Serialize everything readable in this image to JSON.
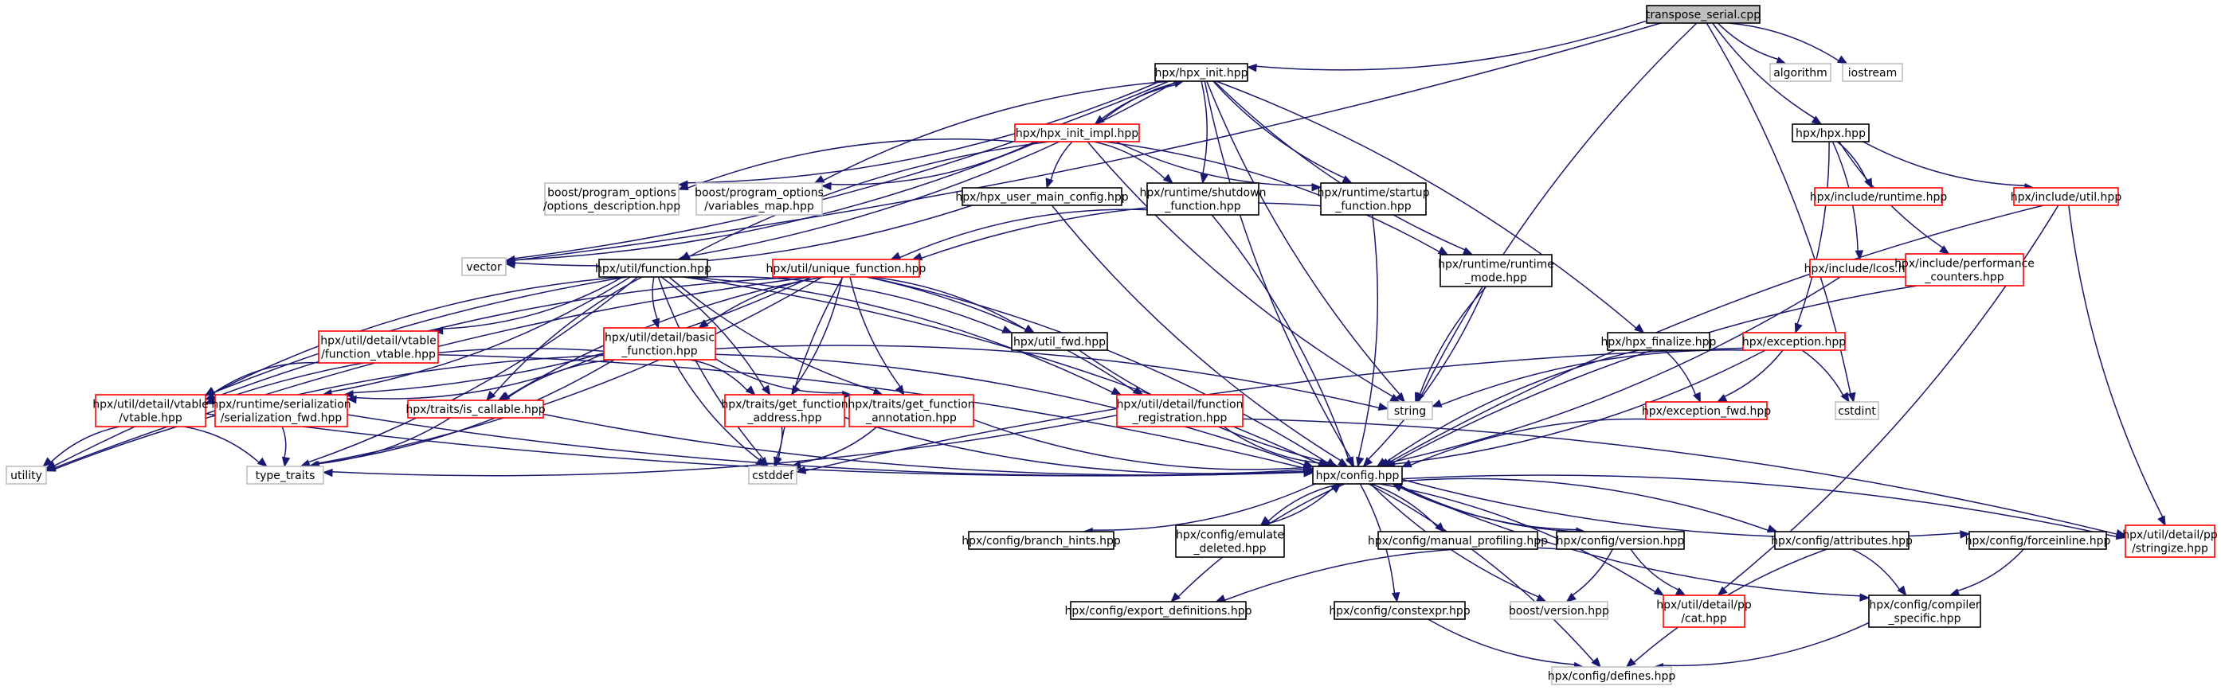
{
  "diagram": {
    "colors": {
      "edge": "#191970",
      "root_fill": "#bfbfbf",
      "root_border": "#000000",
      "documented_border": "#000000",
      "truncated_border": "#ff0000",
      "external_border": "#bfbfbf",
      "external_text": "#404040"
    },
    "nodes": [
      {
        "id": "root",
        "lines": [
          "transpose_serial.cpp"
        ],
        "kind": "root"
      },
      {
        "id": "hpx_init",
        "lines": [
          "hpx/hpx_init.hpp"
        ],
        "kind": "doc"
      },
      {
        "id": "algorithm",
        "lines": [
          "algorithm"
        ],
        "kind": "ext"
      },
      {
        "id": "iostream",
        "lines": [
          "iostream"
        ],
        "kind": "ext"
      },
      {
        "id": "hpx_init_impl",
        "lines": [
          "hpx/hpx_init_impl.hpp"
        ],
        "kind": "trunc"
      },
      {
        "id": "hpx_hpp",
        "lines": [
          "hpx/hpx.hpp"
        ],
        "kind": "doc"
      },
      {
        "id": "po_desc",
        "lines": [
          "boost/program_options",
          "/options_description.hpp"
        ],
        "kind": "ext"
      },
      {
        "id": "po_vmap",
        "lines": [
          "boost/program_options",
          "/variables_map.hpp"
        ],
        "kind": "ext"
      },
      {
        "id": "user_main",
        "lines": [
          "hpx/hpx_user_main_config.hpp"
        ],
        "kind": "doc"
      },
      {
        "id": "rt_shutdown",
        "lines": [
          "hpx/runtime/shutdown",
          "_function.hpp"
        ],
        "kind": "doc"
      },
      {
        "id": "rt_startup",
        "lines": [
          "hpx/runtime/startup",
          "_function.hpp"
        ],
        "kind": "doc"
      },
      {
        "id": "inc_runtime",
        "lines": [
          "hpx/include/runtime.hpp"
        ],
        "kind": "trunc"
      },
      {
        "id": "inc_util",
        "lines": [
          "hpx/include/util.hpp"
        ],
        "kind": "trunc"
      },
      {
        "id": "vector",
        "lines": [
          "vector"
        ],
        "kind": "ext"
      },
      {
        "id": "util_function",
        "lines": [
          "hpx/util/function.hpp"
        ],
        "kind": "doc"
      },
      {
        "id": "unique_function",
        "lines": [
          "hpx/util/unique_function.hpp"
        ],
        "kind": "trunc"
      },
      {
        "id": "rt_mode",
        "lines": [
          "hpx/runtime/runtime",
          "_mode.hpp"
        ],
        "kind": "doc"
      },
      {
        "id": "inc_lcos",
        "lines": [
          "hpx/include/lcos.hpp"
        ],
        "kind": "trunc"
      },
      {
        "id": "inc_perf",
        "lines": [
          "hpx/include/performance",
          "_counters.hpp"
        ],
        "kind": "trunc"
      },
      {
        "id": "fv_table",
        "lines": [
          "hpx/util/detail/vtable",
          "/function_vtable.hpp"
        ],
        "kind": "trunc"
      },
      {
        "id": "basic_function",
        "lines": [
          "hpx/util/detail/basic",
          "_function.hpp"
        ],
        "kind": "trunc"
      },
      {
        "id": "util_fwd",
        "lines": [
          "hpx/util_fwd.hpp"
        ],
        "kind": "doc"
      },
      {
        "id": "hpx_finalize",
        "lines": [
          "hpx/hpx_finalize.hpp"
        ],
        "kind": "doc"
      },
      {
        "id": "exception",
        "lines": [
          "hpx/exception.hpp"
        ],
        "kind": "trunc"
      },
      {
        "id": "vtable",
        "lines": [
          "hpx/util/detail/vtable",
          "/vtable.hpp"
        ],
        "kind": "trunc"
      },
      {
        "id": "ser_fwd",
        "lines": [
          "hpx/runtime/serialization",
          "/serialization_fwd.hpp"
        ],
        "kind": "trunc"
      },
      {
        "id": "is_callable",
        "lines": [
          "hpx/traits/is_callable.hpp"
        ],
        "kind": "trunc"
      },
      {
        "id": "gf_address",
        "lines": [
          "hpx/traits/get_function",
          "_address.hpp"
        ],
        "kind": "trunc"
      },
      {
        "id": "gf_annotation",
        "lines": [
          "hpx/traits/get_function",
          "_annotation.hpp"
        ],
        "kind": "trunc"
      },
      {
        "id": "func_registration",
        "lines": [
          "hpx/util/detail/function",
          "_registration.hpp"
        ],
        "kind": "trunc"
      },
      {
        "id": "string",
        "lines": [
          "string"
        ],
        "kind": "ext"
      },
      {
        "id": "exception_fwd",
        "lines": [
          "hpx/exception_fwd.hpp"
        ],
        "kind": "trunc"
      },
      {
        "id": "cstdint",
        "lines": [
          "cstdint"
        ],
        "kind": "ext"
      },
      {
        "id": "utility",
        "lines": [
          "utility"
        ],
        "kind": "ext"
      },
      {
        "id": "type_traits",
        "lines": [
          "type_traits"
        ],
        "kind": "ext"
      },
      {
        "id": "cstddef",
        "lines": [
          "cstddef"
        ],
        "kind": "ext"
      },
      {
        "id": "config",
        "lines": [
          "hpx/config.hpp"
        ],
        "kind": "doc"
      },
      {
        "id": "branch_hints",
        "lines": [
          "hpx/config/branch_hints.hpp"
        ],
        "kind": "doc"
      },
      {
        "id": "emulate_deleted",
        "lines": [
          "hpx/config/emulate",
          "_deleted.hpp"
        ],
        "kind": "doc"
      },
      {
        "id": "manual_profiling",
        "lines": [
          "hpx/config/manual_profiling.hpp"
        ],
        "kind": "doc"
      },
      {
        "id": "cfg_version",
        "lines": [
          "hpx/config/version.hpp"
        ],
        "kind": "doc"
      },
      {
        "id": "attributes",
        "lines": [
          "hpx/config/attributes.hpp"
        ],
        "kind": "doc"
      },
      {
        "id": "forceinline",
        "lines": [
          "hpx/config/forceinline.hpp"
        ],
        "kind": "doc"
      },
      {
        "id": "stringize",
        "lines": [
          "hpx/util/detail/pp",
          "/stringize.hpp"
        ],
        "kind": "trunc"
      },
      {
        "id": "export_defs",
        "lines": [
          "hpx/config/export_definitions.hpp"
        ],
        "kind": "doc"
      },
      {
        "id": "constexpr",
        "lines": [
          "hpx/config/constexpr.hpp"
        ],
        "kind": "doc"
      },
      {
        "id": "boost_version",
        "lines": [
          "boost/version.hpp"
        ],
        "kind": "ext"
      },
      {
        "id": "pp_cat",
        "lines": [
          "hpx/util/detail/pp",
          "/cat.hpp"
        ],
        "kind": "trunc"
      },
      {
        "id": "compiler_specific",
        "lines": [
          "hpx/config/compiler",
          "_specific.hpp"
        ],
        "kind": "doc"
      },
      {
        "id": "defines",
        "lines": [
          "hpx/config/defines.hpp"
        ],
        "kind": "ext"
      }
    ],
    "edges": [
      [
        "root",
        "hpx_init"
      ],
      [
        "root",
        "algorithm"
      ],
      [
        "root",
        "iostream"
      ],
      [
        "root",
        "hpx_hpp"
      ],
      [
        "root",
        "vector"
      ],
      [
        "root",
        "string"
      ],
      [
        "root",
        "cstdint"
      ],
      [
        "hpx_init",
        "hpx_init_impl"
      ],
      [
        "hpx_init",
        "po_desc"
      ],
      [
        "hpx_init",
        "po_vmap"
      ],
      [
        "hpx_init",
        "rt_shutdown"
      ],
      [
        "hpx_init",
        "rt_startup"
      ],
      [
        "hpx_init",
        "util_function"
      ],
      [
        "hpx_init",
        "rt_mode"
      ],
      [
        "hpx_init",
        "hpx_finalize"
      ],
      [
        "hpx_init",
        "string"
      ],
      [
        "hpx_init",
        "vector"
      ],
      [
        "hpx_init",
        "config"
      ],
      [
        "hpx_init_impl",
        "hpx_init"
      ],
      [
        "hpx_init_impl",
        "po_desc"
      ],
      [
        "hpx_init_impl",
        "po_vmap"
      ],
      [
        "hpx_init_impl",
        "user_main"
      ],
      [
        "hpx_init_impl",
        "rt_shutdown"
      ],
      [
        "hpx_init_impl",
        "rt_startup"
      ],
      [
        "hpx_init_impl",
        "rt_mode"
      ],
      [
        "hpx_init_impl",
        "util_function"
      ],
      [
        "hpx_init_impl",
        "vector"
      ],
      [
        "hpx_init_impl",
        "string"
      ],
      [
        "hpx_hpp",
        "inc_runtime"
      ],
      [
        "hpx_hpp",
        "inc_util"
      ],
      [
        "hpx_hpp",
        "inc_lcos"
      ],
      [
        "hpx_hpp",
        "inc_perf"
      ],
      [
        "hpx_hpp",
        "exception"
      ],
      [
        "user_main",
        "config"
      ],
      [
        "user_main",
        "vector"
      ],
      [
        "rt_shutdown",
        "unique_function"
      ],
      [
        "rt_shutdown",
        "config"
      ],
      [
        "rt_startup",
        "unique_function"
      ],
      [
        "rt_startup",
        "config"
      ],
      [
        "rt_mode",
        "string"
      ],
      [
        "rt_mode",
        "config"
      ],
      [
        "inc_util",
        "config"
      ],
      [
        "inc_util",
        "pp_cat"
      ],
      [
        "inc_util",
        "stringize"
      ],
      [
        "inc_lcos",
        "config"
      ],
      [
        "inc_perf",
        "config"
      ],
      [
        "util_function",
        "fv_table"
      ],
      [
        "util_function",
        "basic_function"
      ],
      [
        "util_function",
        "util_fwd"
      ],
      [
        "util_function",
        "vtable"
      ],
      [
        "util_function",
        "ser_fwd"
      ],
      [
        "util_function",
        "is_callable"
      ],
      [
        "util_function",
        "gf_address"
      ],
      [
        "util_function",
        "gf_annotation"
      ],
      [
        "util_function",
        "func_registration"
      ],
      [
        "util_function",
        "utility"
      ],
      [
        "util_function",
        "type_traits"
      ],
      [
        "util_function",
        "cstddef"
      ],
      [
        "util_function",
        "config"
      ],
      [
        "unique_function",
        "basic_function"
      ],
      [
        "unique_function",
        "util_fwd"
      ],
      [
        "unique_function",
        "vtable"
      ],
      [
        "unique_function",
        "ser_fwd"
      ],
      [
        "unique_function",
        "is_callable"
      ],
      [
        "unique_function",
        "gf_address"
      ],
      [
        "unique_function",
        "gf_annotation"
      ],
      [
        "unique_function",
        "func_registration"
      ],
      [
        "unique_function",
        "utility"
      ],
      [
        "unique_function",
        "type_traits"
      ],
      [
        "unique_function",
        "cstddef"
      ],
      [
        "unique_function",
        "config"
      ],
      [
        "fv_table",
        "vtable"
      ],
      [
        "fv_table",
        "config"
      ],
      [
        "basic_function",
        "vtable"
      ],
      [
        "basic_function",
        "ser_fwd"
      ],
      [
        "basic_function",
        "is_callable"
      ],
      [
        "basic_function",
        "gf_address"
      ],
      [
        "basic_function",
        "gf_annotation"
      ],
      [
        "basic_function",
        "string"
      ],
      [
        "basic_function",
        "utility"
      ],
      [
        "basic_function",
        "type_traits"
      ],
      [
        "basic_function",
        "cstddef"
      ],
      [
        "basic_function",
        "config"
      ],
      [
        "util_fwd",
        "config"
      ],
      [
        "hpx_finalize",
        "exception_fwd"
      ],
      [
        "hpx_finalize",
        "config"
      ],
      [
        "exception",
        "exception_fwd"
      ],
      [
        "exception",
        "string"
      ],
      [
        "exception",
        "cstdint"
      ],
      [
        "exception",
        "cstddef"
      ],
      [
        "exception",
        "config"
      ],
      [
        "vtable",
        "utility"
      ],
      [
        "vtable",
        "type_traits"
      ],
      [
        "vtable",
        "config"
      ],
      [
        "ser_fwd",
        "type_traits"
      ],
      [
        "ser_fwd",
        "config"
      ],
      [
        "is_callable",
        "type_traits"
      ],
      [
        "is_callable",
        "config"
      ],
      [
        "gf_address",
        "cstddef"
      ],
      [
        "gf_address",
        "config"
      ],
      [
        "gf_annotation",
        "cstddef"
      ],
      [
        "gf_annotation",
        "config"
      ],
      [
        "func_registration",
        "type_traits"
      ],
      [
        "func_registration",
        "config"
      ],
      [
        "func_registration",
        "stringize"
      ],
      [
        "exception_fwd",
        "config"
      ],
      [
        "config",
        "branch_hints"
      ],
      [
        "config",
        "emulate_deleted"
      ],
      [
        "config",
        "manual_profiling"
      ],
      [
        "config",
        "cfg_version"
      ],
      [
        "config",
        "attributes"
      ],
      [
        "config",
        "forceinline"
      ],
      [
        "config",
        "stringize"
      ],
      [
        "config",
        "export_defs"
      ],
      [
        "config",
        "constexpr"
      ],
      [
        "config",
        "boost_version"
      ],
      [
        "config",
        "pp_cat"
      ],
      [
        "config",
        "compiler_specific"
      ],
      [
        "config",
        "defines"
      ],
      [
        "emulate_deleted",
        "config"
      ],
      [
        "cfg_version",
        "config"
      ],
      [
        "cfg_version",
        "export_defs"
      ],
      [
        "cfg_version",
        "boost_version"
      ],
      [
        "cfg_version",
        "pp_cat"
      ],
      [
        "attributes",
        "compiler_specific"
      ],
      [
        "attributes",
        "defines"
      ],
      [
        "forceinline",
        "compiler_specific"
      ],
      [
        "constexpr",
        "defines"
      ],
      [
        "compiler_specific",
        "defines"
      ]
    ]
  }
}
